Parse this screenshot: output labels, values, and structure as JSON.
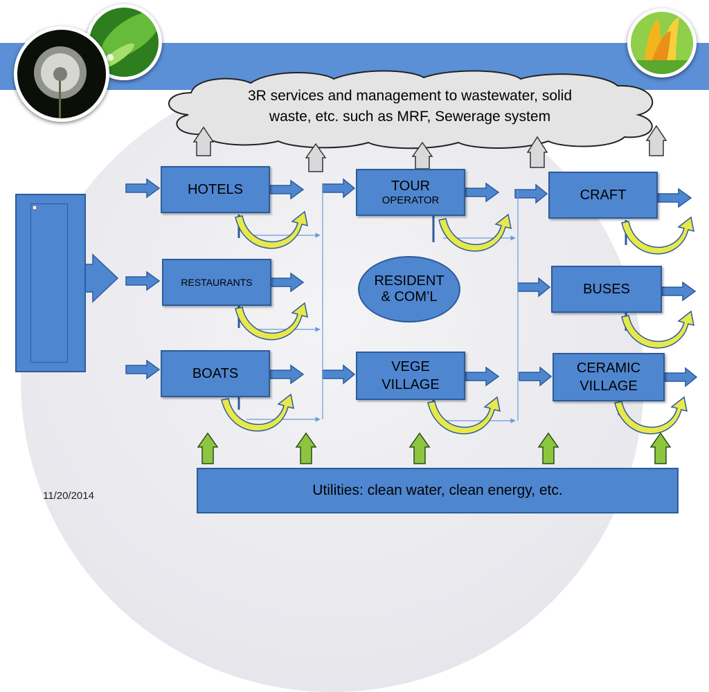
{
  "cloud": {
    "text_line1": "3R services and management to wastewater, solid",
    "text_line2": "waste, etc. such as MRF, Sewerage system"
  },
  "boxes": {
    "hotels": "HOTELS",
    "restaurants": "RESTAURANTS",
    "boats": "BOATS",
    "tour_line1": "TOUR",
    "tour_line2": "OPERATOR",
    "resident_line1": "RESIDENT",
    "resident_line2": "& COM’L",
    "vege_line1": "VEGE",
    "vege_line2": "VILLAGE",
    "craft": "CRAFT",
    "buses": "BUSES",
    "ceramic_line1": "CERAMIC",
    "ceramic_line2": "VILLAGE"
  },
  "utilities": "Utilities: clean water, clean energy, etc.",
  "date": "11/20/2014",
  "colors": {
    "banner": "#5b8fd6",
    "box_fill": "#4f86d0",
    "box_border": "#2c5b9c",
    "up_arrow_green": "#8cc63f",
    "curve_yellow": "#e8e84a",
    "grey_arrow": "#d9d9d9"
  },
  "icons": [
    "dandelion-photo",
    "green-leaf-photo",
    "yellow-tulip-photo"
  ]
}
